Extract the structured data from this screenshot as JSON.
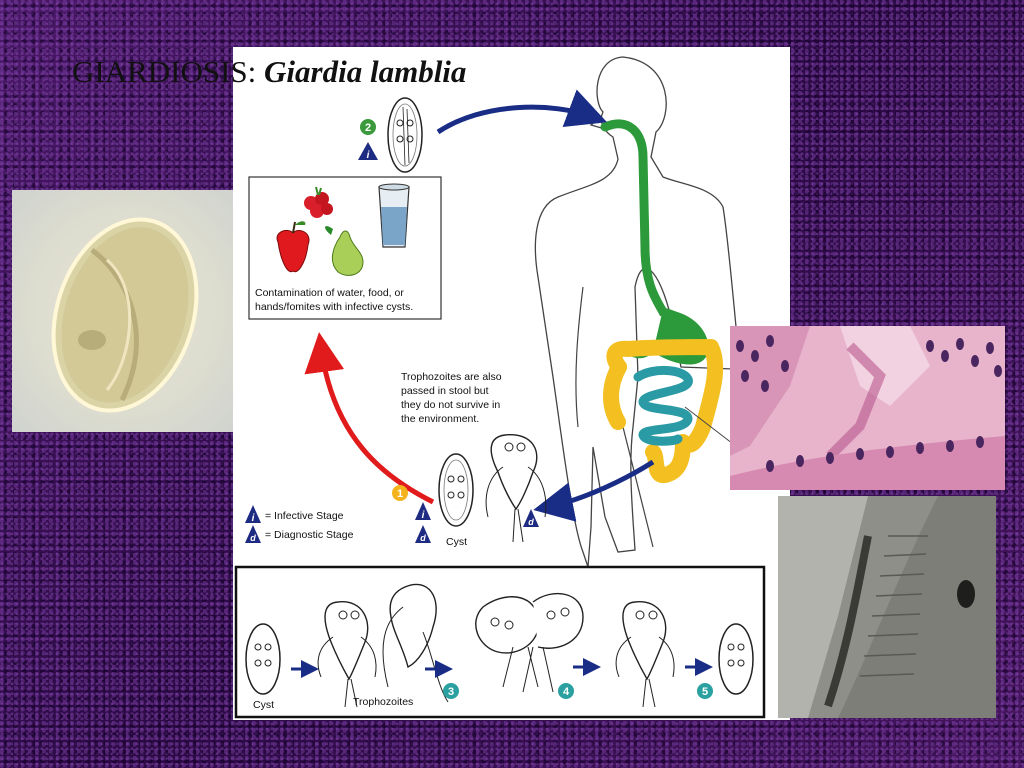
{
  "title": {
    "prefix": "GIARDIOSIS: ",
    "species": "Giardia lamblia"
  },
  "diagram": {
    "contamination_line1": "Contamination of water, food, or",
    "contamination_line2": "hands/fomites with infective cysts.",
    "trophozoite_note": [
      "Trophozoites are also",
      "passed in stool but",
      "they do not survive in",
      "the environment."
    ],
    "legend_infective": "= Infective Stage",
    "legend_diagnostic": "= Diagnostic Stage",
    "cyst_label": "Cyst",
    "bottom_cyst_label": "Cyst",
    "bottom_troph_label": "Trophozoites",
    "steps": [
      "1",
      "2",
      "3",
      "4",
      "5"
    ],
    "badge_i": "i",
    "badge_d": "d"
  },
  "colors": {
    "background": "#3b0f55",
    "arrow_blue": "#1a2d86",
    "arrow_red": "#e11b1b",
    "gut_green": "#2c9a3a",
    "colon_yellow": "#f4c021",
    "small_intestine_teal": "#2a9aa5",
    "step_green": "#3b9a3b",
    "step_orange": "#f4b21d",
    "step_teal": "#2aa0a0",
    "badge_navy": "#1e2b82"
  },
  "icons": [
    "raspberry-icon",
    "apple-icon",
    "pear-icon",
    "water-glass-icon",
    "cyst-icon",
    "trophozoite-icon"
  ]
}
